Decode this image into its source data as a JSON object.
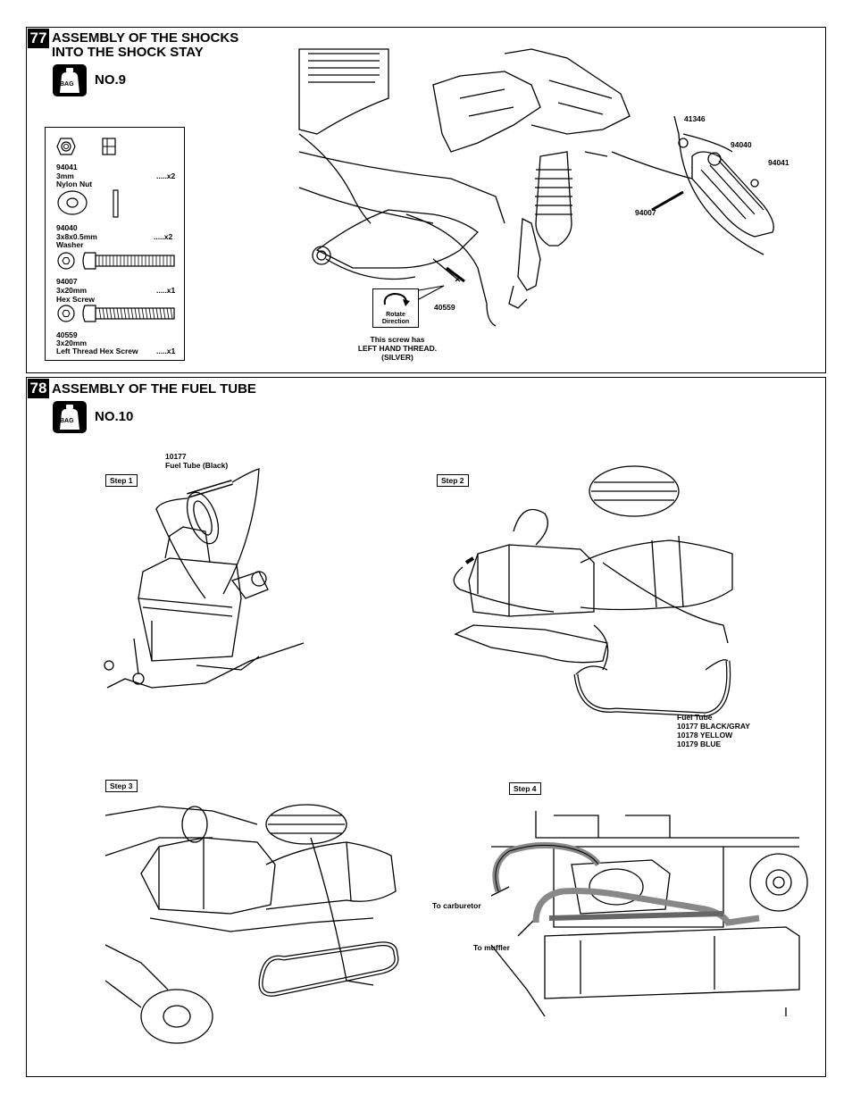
{
  "step77": {
    "number": "77",
    "title_line1": "ASSEMBLY OF THE SHOCKS",
    "title_line2": "INTO THE SHOCK STAY",
    "bag_icon_text": "BAG",
    "bag_no": "NO.9",
    "parts": [
      {
        "code": "94041",
        "size": "3mm",
        "name": "Nylon Nut",
        "qty": ".....x2"
      },
      {
        "code": "94040",
        "size": "3x8x0.5mm",
        "name": "Washer",
        "qty": ".....x2"
      },
      {
        "code": "94007",
        "size": "3x20mm",
        "name": "Hex Screw",
        "qty": ".....x1"
      },
      {
        "code": "40559",
        "size": "3x20mm",
        "name": "Left Thread Hex Screw",
        "qty": ".....x1"
      }
    ],
    "callouts": {
      "c41346": "41346",
      "c94040": "94040",
      "c94041": "94041",
      "c94007": "94007",
      "c40559": "40559"
    },
    "rotate_label": "Rotate\nDirection",
    "thread_note": "This screw has\nLEFT HAND THREAD.\n(SILVER)"
  },
  "step78": {
    "number": "78",
    "title": "ASSEMBLY OF THE FUEL TUBE",
    "bag_icon_text": "BAG",
    "bag_no": "NO.10",
    "fuel_tube_part": "10177\nFuel Tube (Black)",
    "steps": [
      "Step 1",
      "Step 2",
      "Step 3",
      "Step 4"
    ],
    "fuel_tube_options": "Fuel Tube\n10177 BLACK/GRAY\n10178 YELLOW\n10179 BLUE",
    "to_carburetor": "To carburetor",
    "to_muffler": "To muffler"
  }
}
